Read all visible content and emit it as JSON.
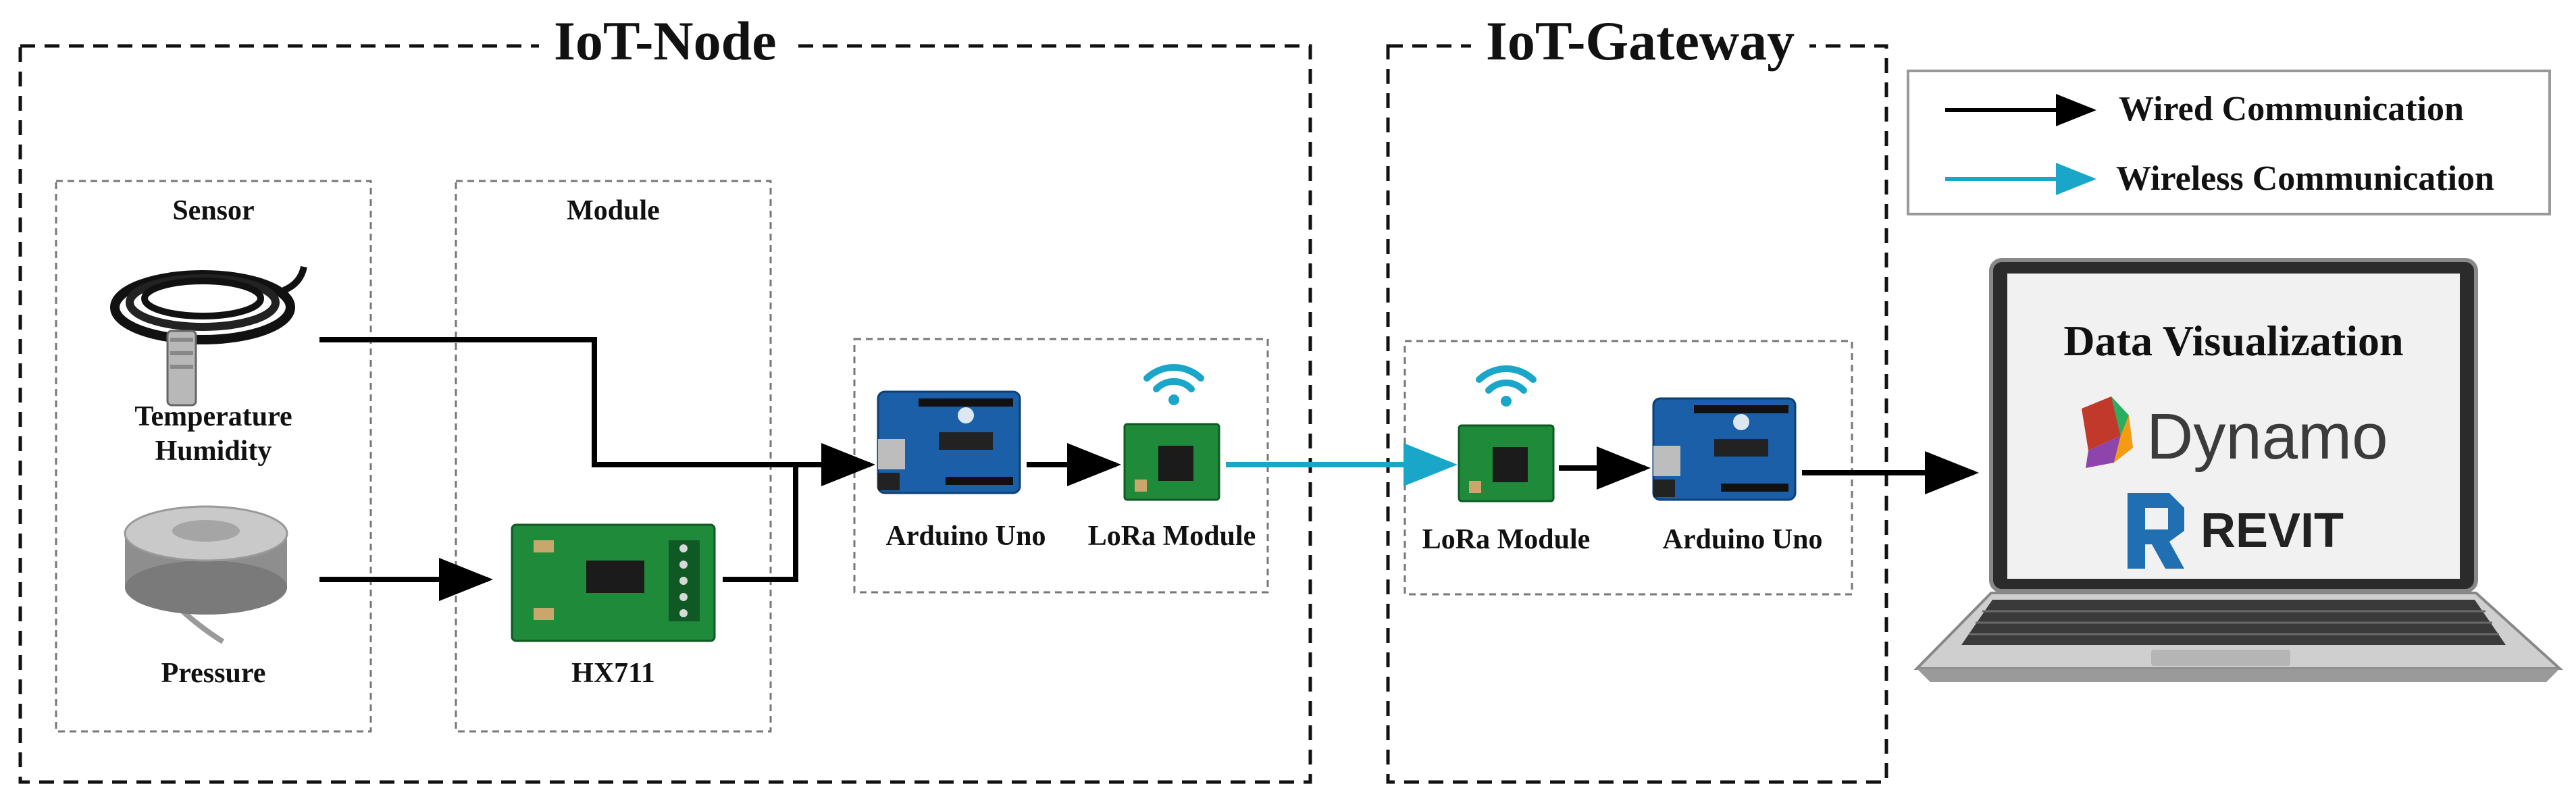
{
  "groups": {
    "iot_node": "IoT-Node",
    "iot_gateway": "IoT-Gateway",
    "sensor": "Sensor",
    "module": "Module"
  },
  "components": {
    "temp_humidity": "Temperature\nHumidity",
    "pressure": "Pressure",
    "hx711": "HX711",
    "node_arduino": "Arduino Uno",
    "node_lora": "LoRa Module",
    "gw_lora": "LoRa Module",
    "gw_arduino": "Arduino Uno"
  },
  "legend": {
    "wired": "Wired Communication",
    "wireless": "Wireless Communication"
  },
  "laptop": {
    "title": "Data Visualization",
    "dynamo": "Dynamo",
    "revit": "REVIT"
  },
  "colors": {
    "wired": "#000000",
    "wireless": "#1aa6c9",
    "pcb_green": "#1e8a3a",
    "arduino_blue": "#1a5fa8"
  }
}
